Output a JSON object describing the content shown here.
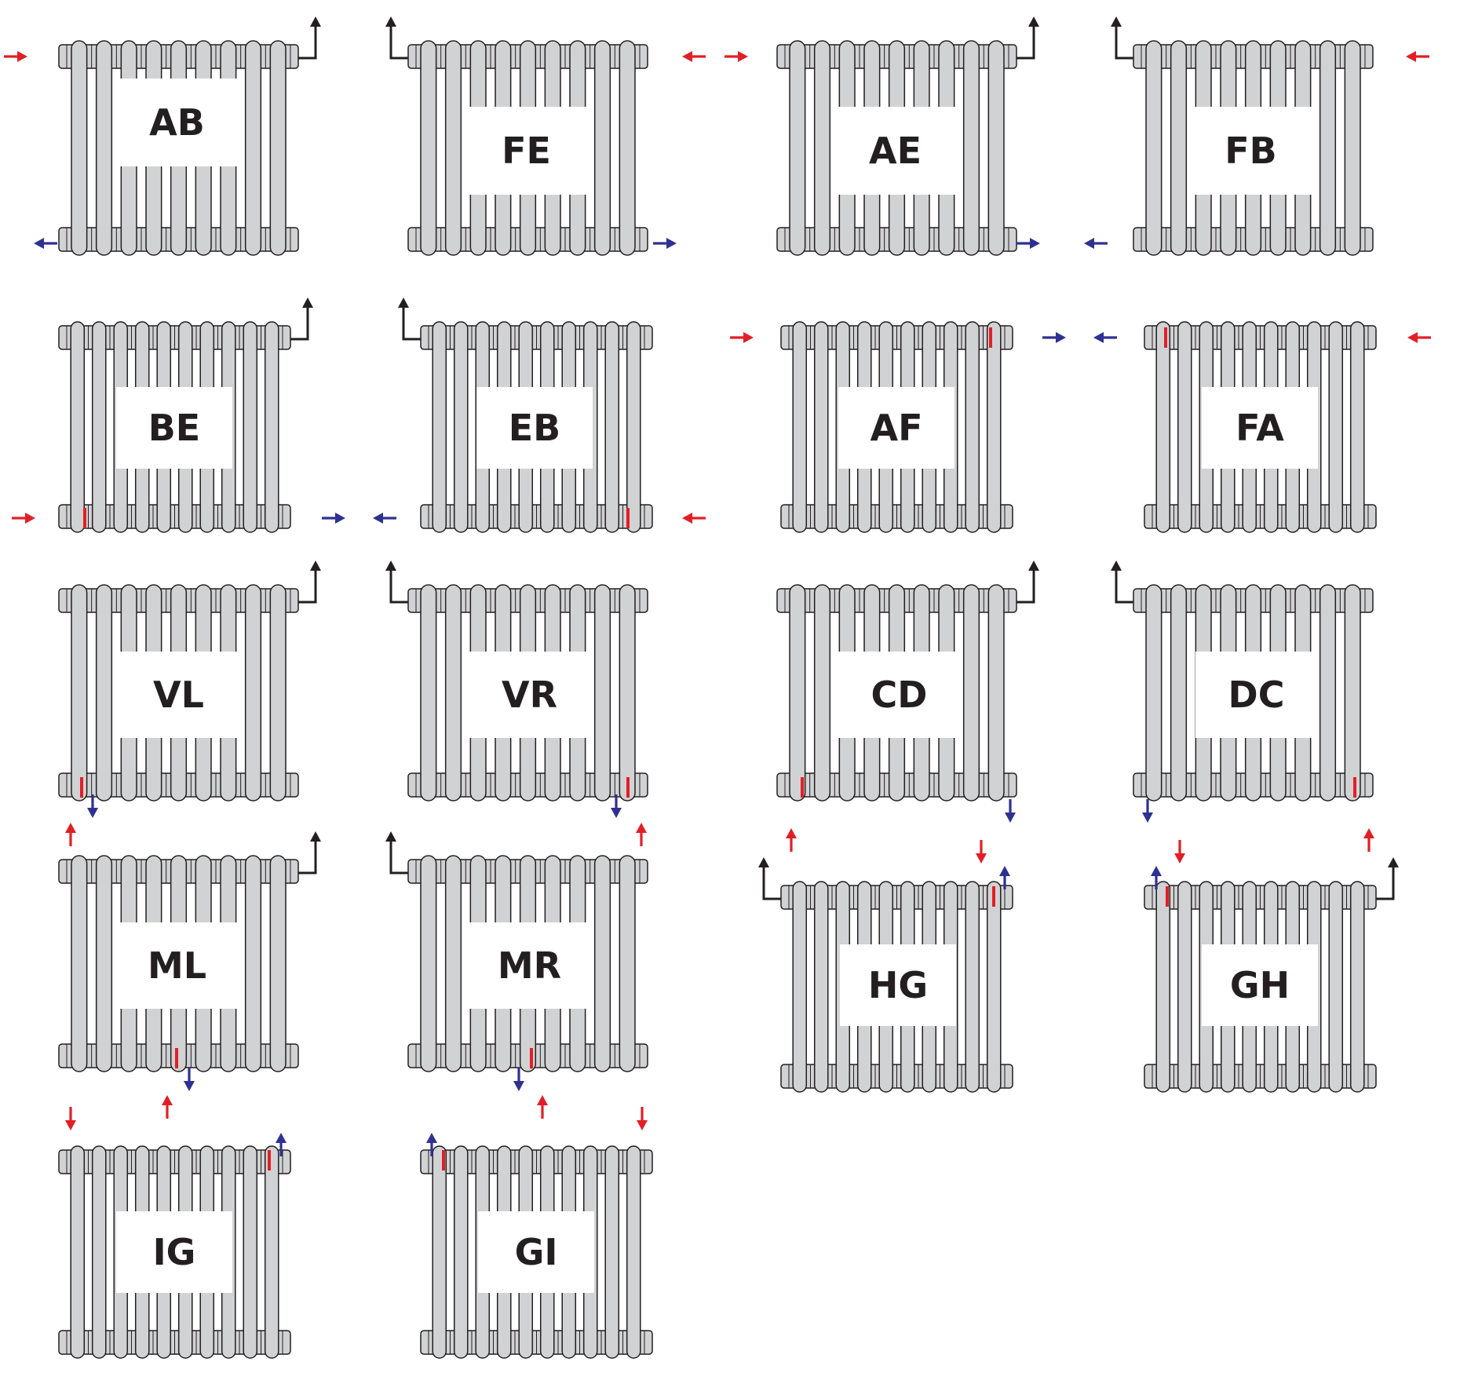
{
  "colors": {
    "supply": "#e21f26",
    "return": "#2e3192",
    "vent": "#231f20",
    "tube": "#d1d2d4",
    "outline": "#231f20",
    "label_box": "#ffffff"
  },
  "radiators": [
    {
      "id": "AB",
      "label": "AB",
      "icons": [
        "supply-inlet-arrow",
        "return-outlet-arrow",
        "air-vent-icon"
      ]
    },
    {
      "id": "FE",
      "label": "FE",
      "icons": [
        "supply-inlet-arrow",
        "return-outlet-arrow",
        "air-vent-icon"
      ]
    },
    {
      "id": "AE",
      "label": "AE",
      "icons": [
        "supply-inlet-arrow",
        "return-outlet-arrow",
        "air-vent-icon"
      ]
    },
    {
      "id": "FB",
      "label": "FB",
      "icons": [
        "supply-inlet-arrow",
        "return-outlet-arrow",
        "air-vent-icon"
      ]
    },
    {
      "id": "BE",
      "label": "BE",
      "icons": [
        "supply-inlet-arrow",
        "return-outlet-arrow",
        "air-vent-icon",
        "flow-divider-mark"
      ]
    },
    {
      "id": "EB",
      "label": "EB",
      "icons": [
        "supply-inlet-arrow",
        "return-outlet-arrow",
        "air-vent-icon",
        "flow-divider-mark"
      ]
    },
    {
      "id": "AF",
      "label": "AF",
      "icons": [
        "supply-inlet-arrow",
        "return-outlet-arrow",
        "flow-divider-mark"
      ]
    },
    {
      "id": "FA",
      "label": "FA",
      "icons": [
        "supply-inlet-arrow",
        "return-outlet-arrow",
        "flow-divider-mark"
      ]
    },
    {
      "id": "VL",
      "label": "VL",
      "icons": [
        "supply-inlet-arrow",
        "return-outlet-arrow",
        "air-vent-icon",
        "flow-divider-mark"
      ]
    },
    {
      "id": "VR",
      "label": "VR",
      "icons": [
        "supply-inlet-arrow",
        "return-outlet-arrow",
        "air-vent-icon",
        "flow-divider-mark"
      ]
    },
    {
      "id": "CD",
      "label": "CD",
      "icons": [
        "supply-inlet-arrow",
        "return-outlet-arrow",
        "air-vent-icon",
        "flow-divider-mark"
      ]
    },
    {
      "id": "DC",
      "label": "DC",
      "icons": [
        "supply-inlet-arrow",
        "return-outlet-arrow",
        "air-vent-icon",
        "flow-divider-mark"
      ]
    },
    {
      "id": "ML",
      "label": "ML",
      "icons": [
        "supply-inlet-arrow",
        "return-outlet-arrow",
        "air-vent-icon",
        "flow-divider-mark"
      ]
    },
    {
      "id": "MR",
      "label": "MR",
      "icons": [
        "supply-inlet-arrow",
        "return-outlet-arrow",
        "air-vent-icon",
        "flow-divider-mark"
      ]
    },
    {
      "id": "HG",
      "label": "HG",
      "icons": [
        "supply-inlet-arrow",
        "return-outlet-arrow",
        "air-vent-icon",
        "flow-divider-mark"
      ]
    },
    {
      "id": "GH",
      "label": "GH",
      "icons": [
        "supply-inlet-arrow",
        "return-outlet-arrow",
        "air-vent-icon",
        "flow-divider-mark"
      ]
    },
    {
      "id": "IG",
      "label": "IG",
      "icons": [
        "supply-inlet-arrow",
        "return-outlet-arrow",
        "flow-divider-mark"
      ]
    },
    {
      "id": "GI",
      "label": "GI",
      "icons": [
        "supply-inlet-arrow",
        "return-outlet-arrow",
        "flow-divider-mark"
      ]
    }
  ]
}
